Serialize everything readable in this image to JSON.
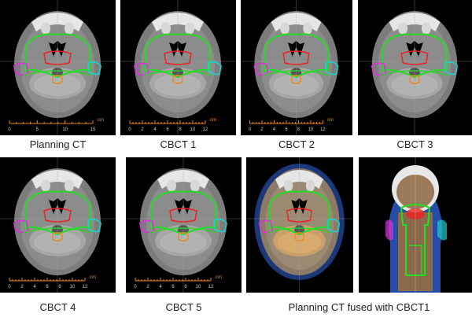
{
  "captions": {
    "planning_ct": "Planning CT",
    "cbct1": "CBCT 1",
    "cbct2": "CBCT 2",
    "cbct3": "CBCT 3",
    "cbct4": "CBCT 4",
    "cbct5": "CBCT 5",
    "fused": "Planning CT fused with CBCT1"
  },
  "scales": {
    "planning_ct": [
      "0",
      "5",
      "10",
      "15"
    ],
    "cbct": [
      "0",
      "2",
      "4",
      "6",
      "8",
      "10",
      "12"
    ],
    "unit": "cm"
  },
  "colors": {
    "contour_body": "#22dd22",
    "contour_target": "#ee2222",
    "contour_left": "#dd33dd",
    "contour_right": "#22cccc",
    "contour_cord": "#ee8822",
    "ruler": "#ee8822",
    "fusion_tint": "#3366dd"
  }
}
